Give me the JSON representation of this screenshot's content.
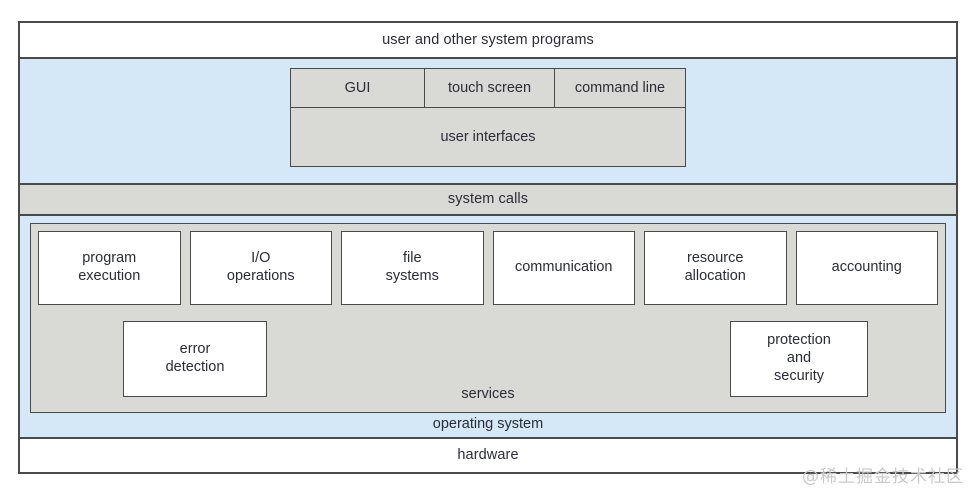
{
  "diagram": {
    "title": "operating system services layered architecture",
    "colors": {
      "zone_blue": "#d5e8f7",
      "box_gray": "#d9d9d6",
      "border": "#4a4a4a",
      "box_white": "#ffffff",
      "text": "#2b2b3a",
      "watermark": "#c9c9c9"
    },
    "layers": {
      "user_programs": {
        "label": "user and other system programs"
      },
      "user_interfaces": {
        "modes": [
          {
            "label": "GUI"
          },
          {
            "label": "touch screen"
          },
          {
            "label": "command line"
          }
        ],
        "label": "user interfaces"
      },
      "system_calls": {
        "label": "system calls"
      },
      "operating_system": {
        "label": "operating system",
        "services": {
          "label": "services",
          "primary": [
            {
              "label": "program\nexecution",
              "line1": "program",
              "line2": "execution"
            },
            {
              "label": "I/O\noperations",
              "line1": "I/O",
              "line2": "operations"
            },
            {
              "label": "file\nsystems",
              "line1": "file",
              "line2": "systems"
            },
            {
              "label": "communication",
              "line1": "communication",
              "line2": ""
            },
            {
              "label": "resource\nallocation",
              "line1": "resource",
              "line2": "allocation"
            },
            {
              "label": "accounting",
              "line1": "accounting",
              "line2": ""
            }
          ],
          "error_detection": {
            "line1": "error",
            "line2": "detection"
          },
          "protection_security": {
            "line1": "protection",
            "line2": "and",
            "line3": "security"
          }
        }
      },
      "hardware": {
        "label": "hardware"
      }
    },
    "watermark": {
      "text": "@稀土掘金技术社区"
    }
  }
}
